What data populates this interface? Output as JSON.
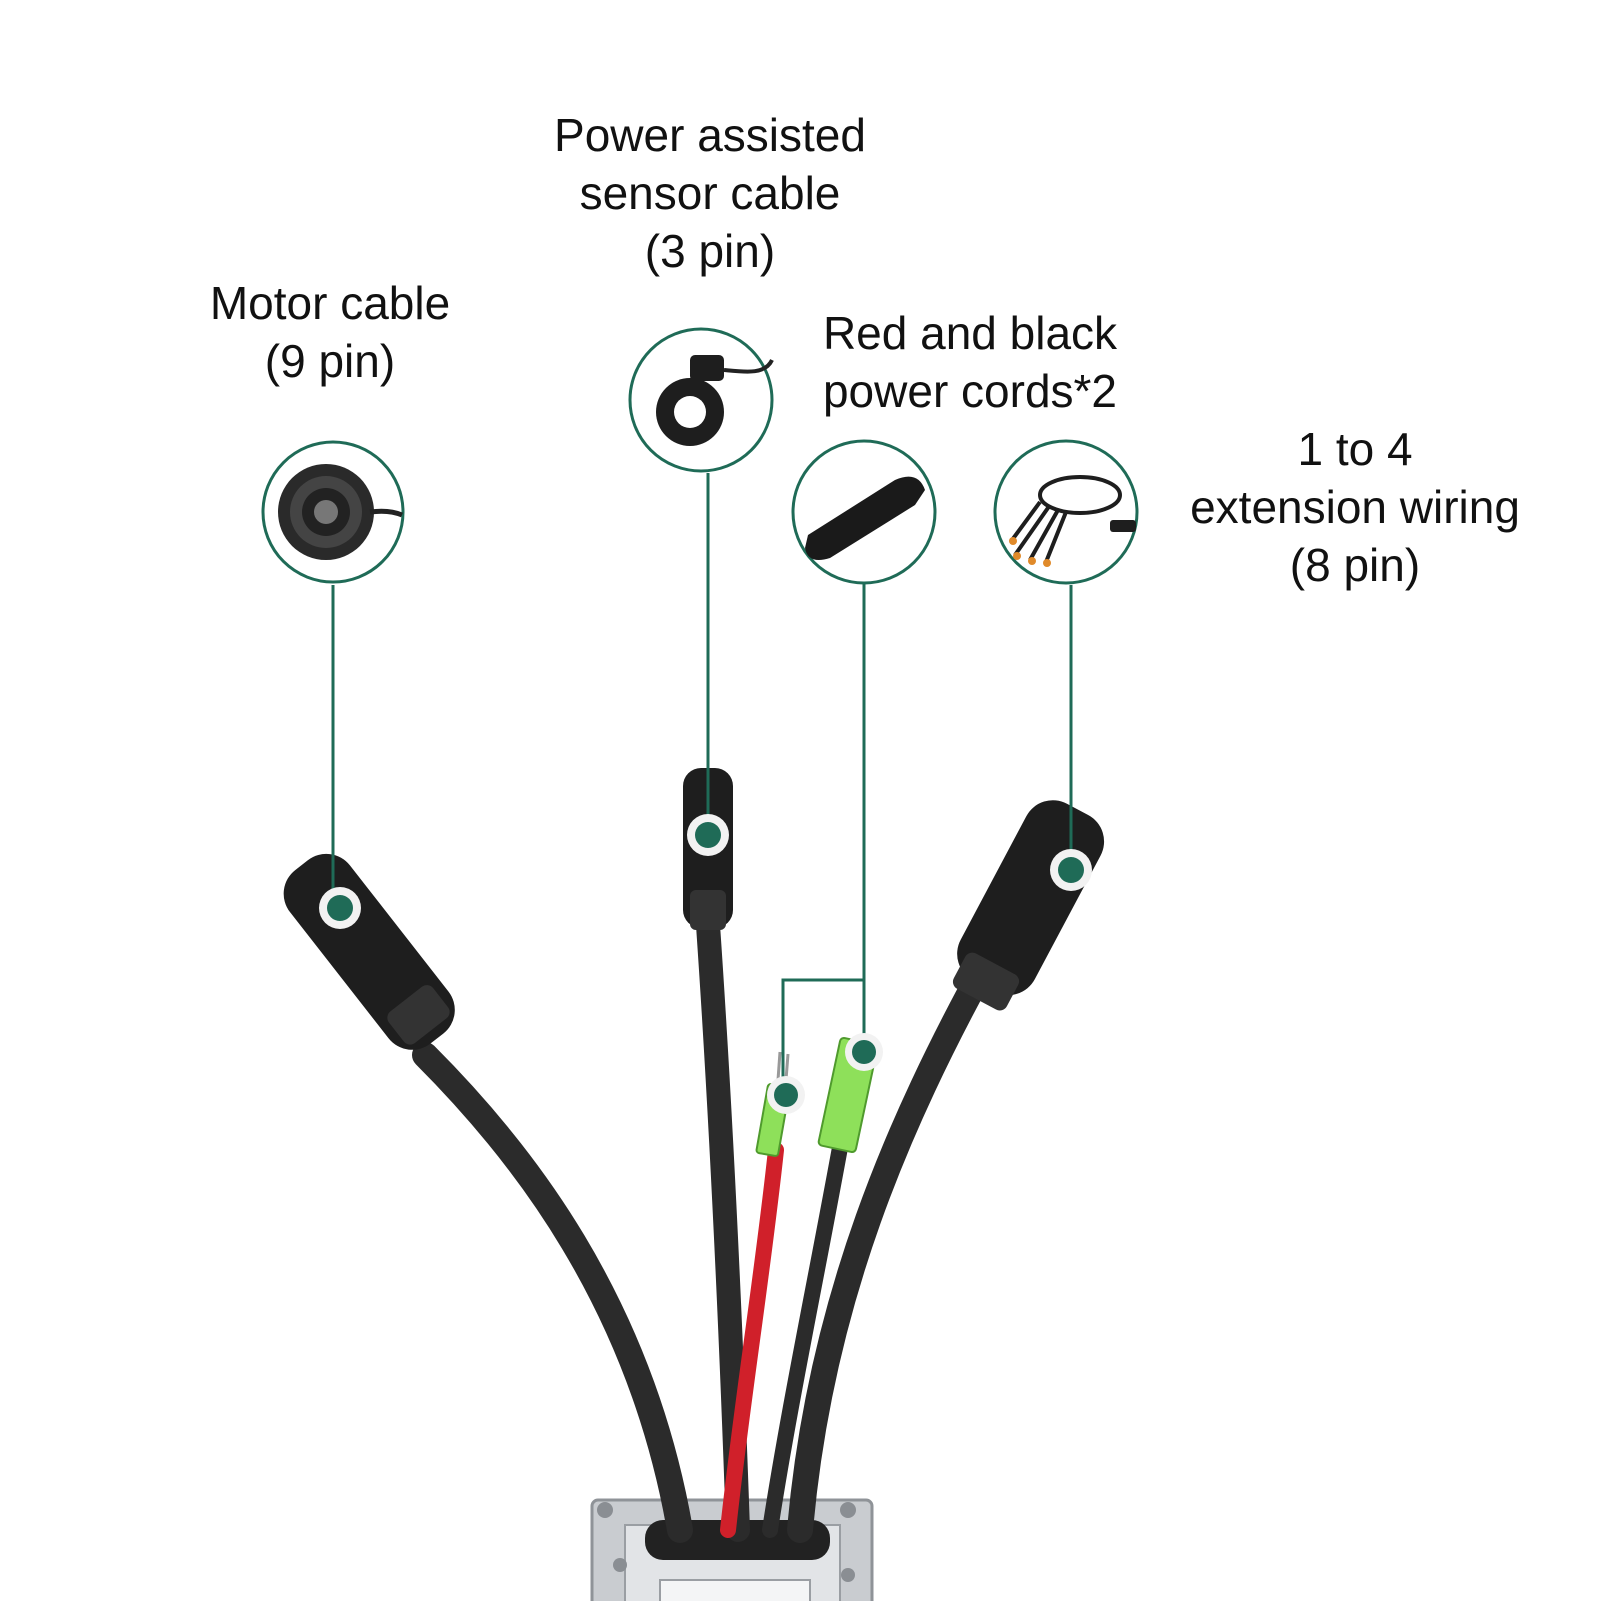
{
  "colors": {
    "accent": "#1f6b57",
    "cable": "#2b2b2b",
    "red_wire": "#d0202a",
    "terminal_green": "#8ee05a",
    "controller_silver": "#c9ccd0"
  },
  "labels": {
    "motor": {
      "line1": "Motor cable",
      "line2": "(9 pin)",
      "icon": "hub-motor-icon"
    },
    "sensor": {
      "line1": "Power assisted",
      "line2": "sensor cable",
      "line3": "(3 pin)",
      "icon": "pas-sensor-icon"
    },
    "power": {
      "line1": "Red and black",
      "line2": "power cords*2",
      "icon": "battery-icon"
    },
    "extension": {
      "line1": "1 to 4",
      "line2": "extension wiring",
      "line3": "(8 pin)",
      "icon": "extension-harness-icon"
    }
  }
}
